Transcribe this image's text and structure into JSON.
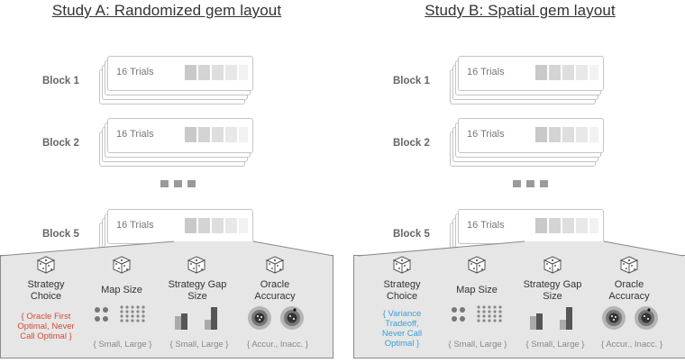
{
  "studies": [
    {
      "id": "a",
      "title": "Study A: Randomized gem layout",
      "blocks": [
        "Block 1",
        "Block 2",
        "Block 5"
      ],
      "trials_label": "16 Trials",
      "factors": [
        {
          "label": "Strategy Choice",
          "levels": "{ Oracle First Optimal, Never Call Optimal }",
          "color": "#d64a3a"
        },
        {
          "label": "Map Size",
          "levels": "{ Small, Large }"
        },
        {
          "label": "Strategy Gap Size",
          "levels": "{ Small, Large }"
        },
        {
          "label": "Oracle Accuracy",
          "levels": "{ Accur., Inacc. }"
        }
      ]
    },
    {
      "id": "b",
      "title": "Study B: Spatial gem layout",
      "blocks": [
        "Block 1",
        "Block 2",
        "Block 5"
      ],
      "trials_label": "16 Trials",
      "factors": [
        {
          "label": "Strategy Choice",
          "levels": "{ Variance Tradeoff, Never Call Optimal }",
          "color": "#3aa0d8"
        },
        {
          "label": "Map Size",
          "levels": "{ Small, Large }"
        },
        {
          "label": "Strategy Gap Size",
          "levels": "{ Small, Large }"
        },
        {
          "label": "Oracle Accuracy",
          "levels": "{ Accur., Inacc. }"
        }
      ]
    }
  ],
  "icons": {
    "die": "die-icon",
    "map_small": "map-small-grid-icon",
    "map_large": "map-large-grid-icon",
    "gap_small": "gap-small-bars-icon",
    "gap_large": "gap-large-bars-icon",
    "oracle_accurate": "oracle-accurate-icon",
    "oracle_inaccurate": "oracle-inaccurate-icon"
  }
}
